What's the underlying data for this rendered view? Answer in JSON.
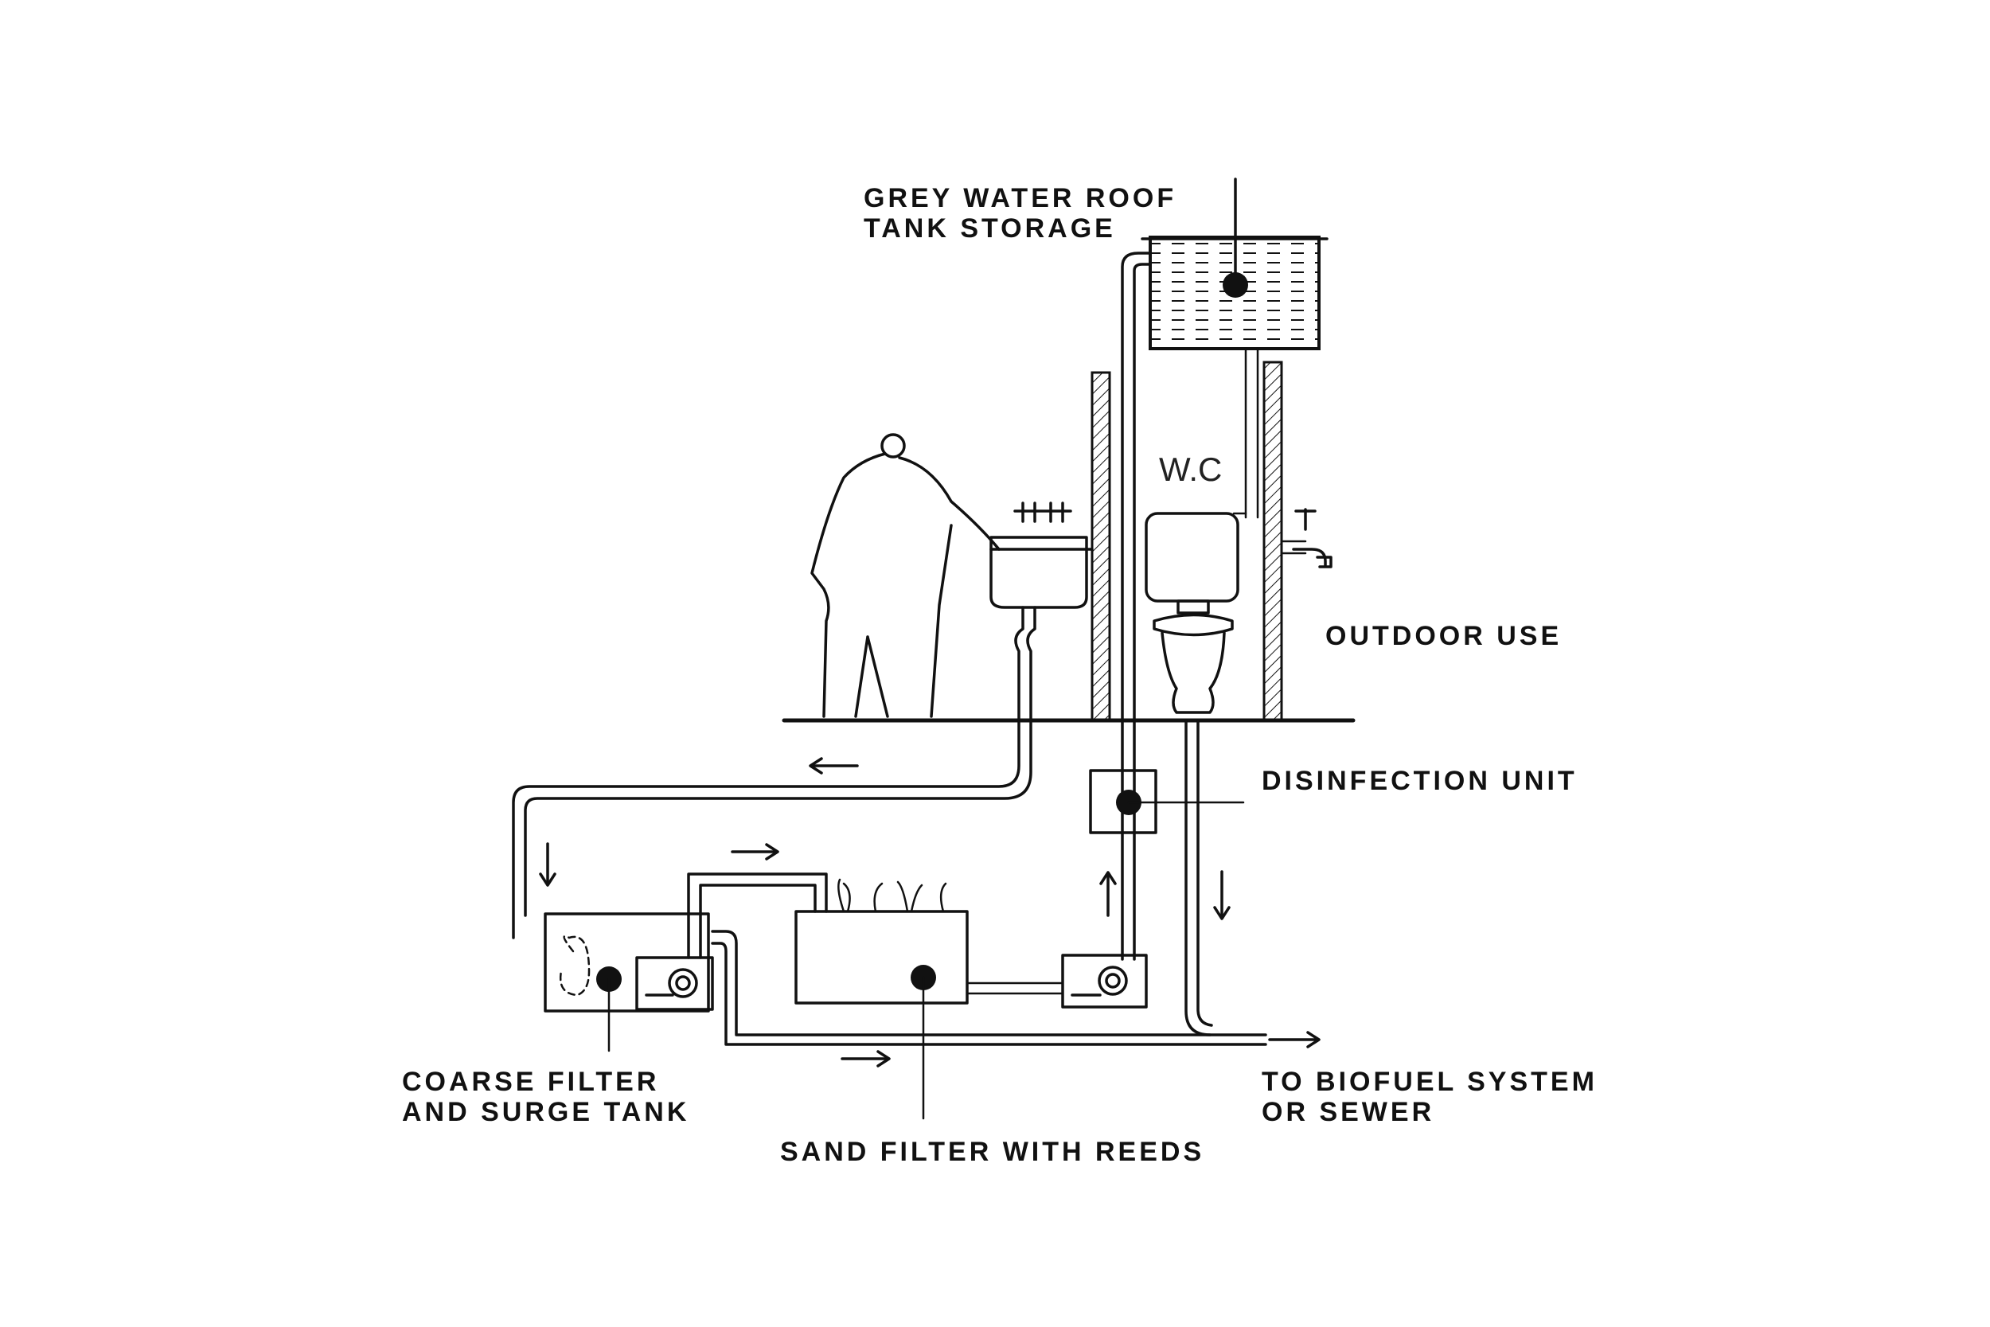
{
  "labels": {
    "roof_tank_line1": "GREY WATER ROOF",
    "roof_tank_line2": "TANK STORAGE",
    "wc": "W.C",
    "outdoor_use": "OUTDOOR USE",
    "disinfection": "DISINFECTION UNIT",
    "coarse_filter_line1": "COARSE FILTER",
    "coarse_filter_line2": "AND SURGE TANK",
    "sand_filter": "SAND FILTER WITH REEDS",
    "biofuel_line1": "TO BIOFUEL SYSTEM",
    "biofuel_line2": "OR SEWER"
  },
  "colors": {
    "ink": "#111111",
    "background": "#ffffff"
  }
}
